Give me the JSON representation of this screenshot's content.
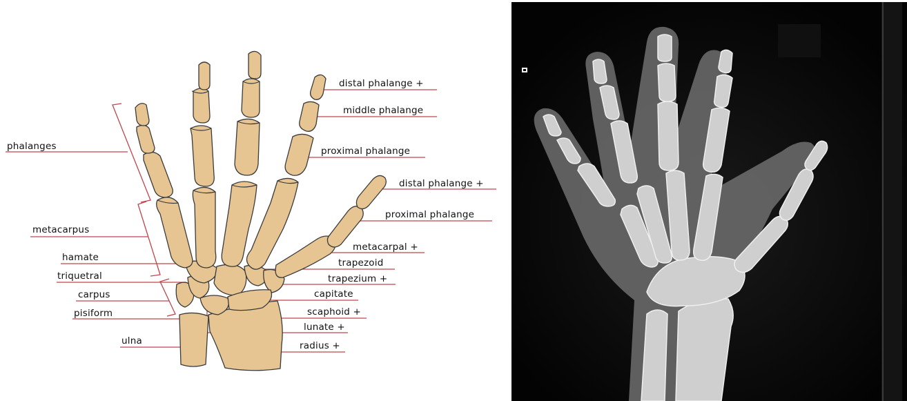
{
  "diagram": {
    "labels": {
      "phalanges": "phalanges",
      "metacarpus": "metacarpus",
      "hamate": "hamate",
      "triquetral": "triquetral",
      "carpus": "carpus",
      "pisiform": "pisiform",
      "ulna": "ulna",
      "distal_phalange_1": "distal phalange +",
      "middle_phalange": "middle phalange",
      "proximal_phalange_1": "proximal phalange",
      "distal_phalange_2": "distal phalange +",
      "proximal_phalange_2": "proximal phalange",
      "metacarpal": "metacarpal +",
      "trapezoid": "trapezoid",
      "trapezium": "trapezium +",
      "capitate": "capitate",
      "scaphoid": "scaphoid +",
      "lunate": "lunate +",
      "radius": "radius +"
    },
    "colors": {
      "bone_fill": "#e6c593",
      "bone_outline": "#3a3a3a",
      "leader_line": "#c0444c"
    }
  },
  "xray": {
    "marker_icon": "square-marker-icon",
    "colors": {
      "background": "#050505",
      "bone": "#d9d9d9",
      "soft_tissue": "#7a7a7a"
    }
  }
}
